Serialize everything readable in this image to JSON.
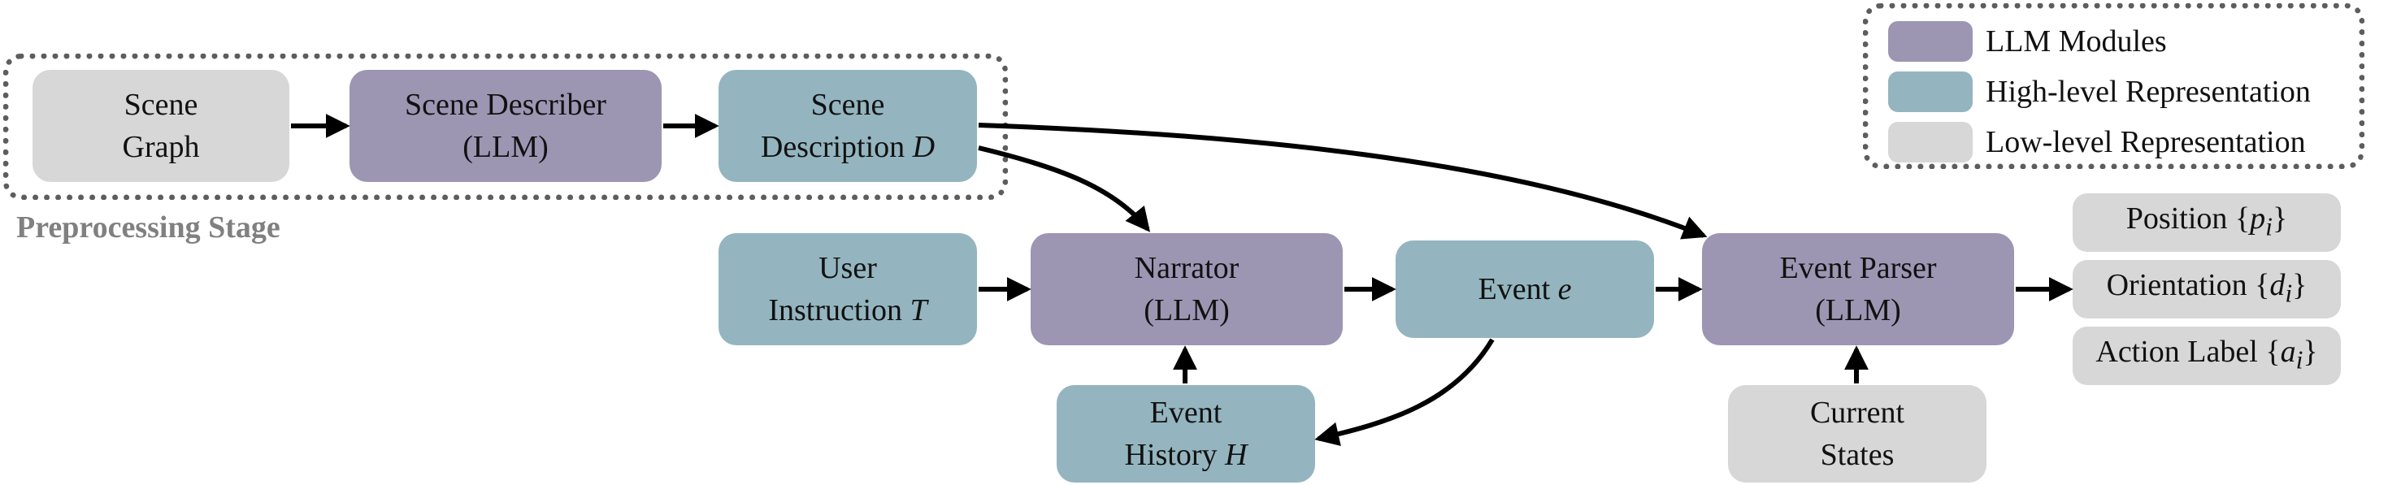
{
  "preprocessing": {
    "label": "Preprocessing Stage",
    "scene_graph": [
      "Scene",
      "Graph"
    ],
    "scene_describer": [
      "Scene Describer",
      "(LLM)"
    ],
    "scene_description": [
      "Scene",
      "Description",
      "D"
    ]
  },
  "nodes": {
    "user_instruction": [
      "User",
      "Instruction",
      "T"
    ],
    "narrator": [
      "Narrator",
      "(LLM)"
    ],
    "event": [
      "Event",
      "e"
    ],
    "event_history": [
      "Event",
      "History",
      "H"
    ],
    "event_parser": [
      "Event Parser",
      "(LLM)"
    ],
    "current_states": [
      "Current",
      "States"
    ]
  },
  "outputs": {
    "position": {
      "label": "Position",
      "var": "p",
      "sub": "i"
    },
    "orientation": {
      "label": "Orientation",
      "var": "d",
      "sub": "i"
    },
    "action_label": {
      "label": "Action Label",
      "var": "a",
      "sub": "i"
    }
  },
  "legend": [
    {
      "label": "LLM Modules",
      "color": "#9c96b3"
    },
    {
      "label": "High-level Representation",
      "color": "#94b5bf"
    },
    {
      "label": "Low-level Representation",
      "color": "#d7d7d7"
    }
  ],
  "colors": {
    "llm": "#9c96b3",
    "high_level": "#94b5bf",
    "low_level": "#d7d7d7",
    "border": "#5d5d5d",
    "stage_label": "#808080",
    "arrow": "#000000"
  }
}
